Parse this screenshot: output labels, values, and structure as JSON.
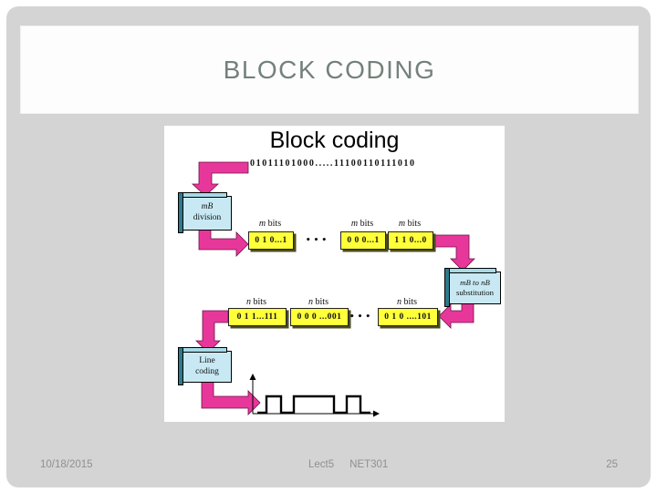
{
  "slide": {
    "title": "BLOCK CODING",
    "footer": {
      "date": "10/18/2015",
      "lecture": "Lect5",
      "course": "NET301",
      "page": "25"
    }
  },
  "diagram": {
    "title": "Block coding",
    "bitstream": "01011101000.....11100110111010",
    "process_boxes": {
      "division": {
        "line1": "mB",
        "line2": "division"
      },
      "substitution": {
        "line1": "mB to nB",
        "line2": "substitution"
      },
      "line_coding": {
        "line1": "Line",
        "line2": "coding"
      }
    },
    "row1": {
      "label_sym": "m",
      "label_word": "bits",
      "boxes": [
        "0 1 0...1",
        "0 0 0...1",
        "1 1 0...0"
      ],
      "ellipsis": "•••"
    },
    "row2": {
      "label_sym": "n",
      "label_word": "bits",
      "boxes": [
        "0 1 1...111",
        "0 0 0 ...001",
        "0 1 0 ....101"
      ],
      "ellipsis": "•••"
    },
    "colors": {
      "arrow": "#e8379b",
      "process_box_fill": "#c8e9f3",
      "process_box_top": "#a8dae6",
      "process_box_side": "#2e7a8c",
      "data_box_fill": "#ffff3a",
      "slide_background": "#d4d4d4",
      "title_text": "#74817b"
    }
  }
}
